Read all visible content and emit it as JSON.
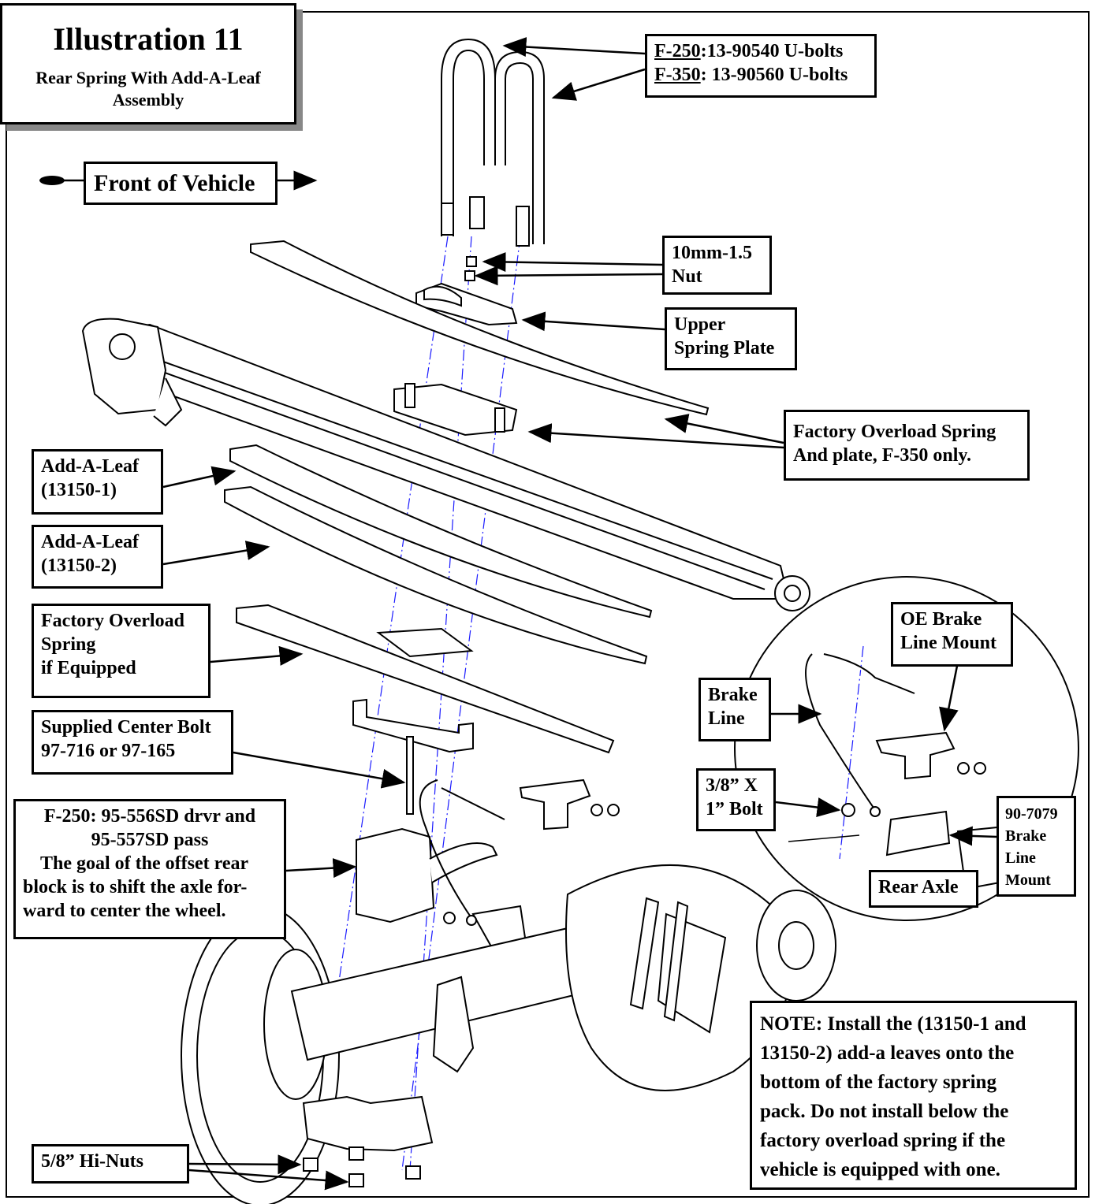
{
  "title": "Illustration 11",
  "subtitle": [
    "Rear Spring With Add-A-Leaf",
    "Assembly"
  ],
  "front_of_vehicle": "Front of Vehicle",
  "ubolts": {
    "line1_model": "F-250",
    "line1_text": ":13-90540 U-bolts",
    "line2_model": "F-350",
    "line2_text": ": 13-90560 U-bolts"
  },
  "nut_10mm": [
    "10mm-1.5",
    "Nut"
  ],
  "upper_plate": [
    "Upper",
    "Spring Plate"
  ],
  "factory_overload_plate": [
    "Factory Overload Spring",
    "And plate, F-350 only."
  ],
  "add_a_leaf_1": [
    "Add-A-Leaf",
    "(13150-1)"
  ],
  "add_a_leaf_2": [
    "Add-A-Leaf",
    "(13150-2)"
  ],
  "factory_overload_spring": [
    "Factory Overload",
    "Spring",
    "if Equipped"
  ],
  "center_bolt": [
    "Supplied Center Bolt",
    "97-716 or 97-165"
  ],
  "offset_block": [
    "F-250: 95-556SD drvr and",
    "95-557SD pass",
    "The goal of the offset rear",
    "block is to shift the axle for-",
    "ward to center the wheel."
  ],
  "hi_nuts": "5/8” Hi-Nuts",
  "oe_brake_mount": [
    "OE Brake",
    "Line Mount"
  ],
  "brake_line": [
    "Brake",
    "Line"
  ],
  "bolt_3_8": [
    "3/8” X",
    "1” Bolt"
  ],
  "brake_line_mount": [
    "90-7079",
    "Brake",
    "Line",
    "Mount"
  ],
  "rear_axle": "Rear Axle",
  "note": [
    "NOTE: Install the (13150-1 and",
    "13150-2) add-a leaves onto the",
    "bottom of the factory spring",
    "pack.  Do not install below the",
    "factory overload spring if the",
    "vehicle is equipped with one."
  ]
}
